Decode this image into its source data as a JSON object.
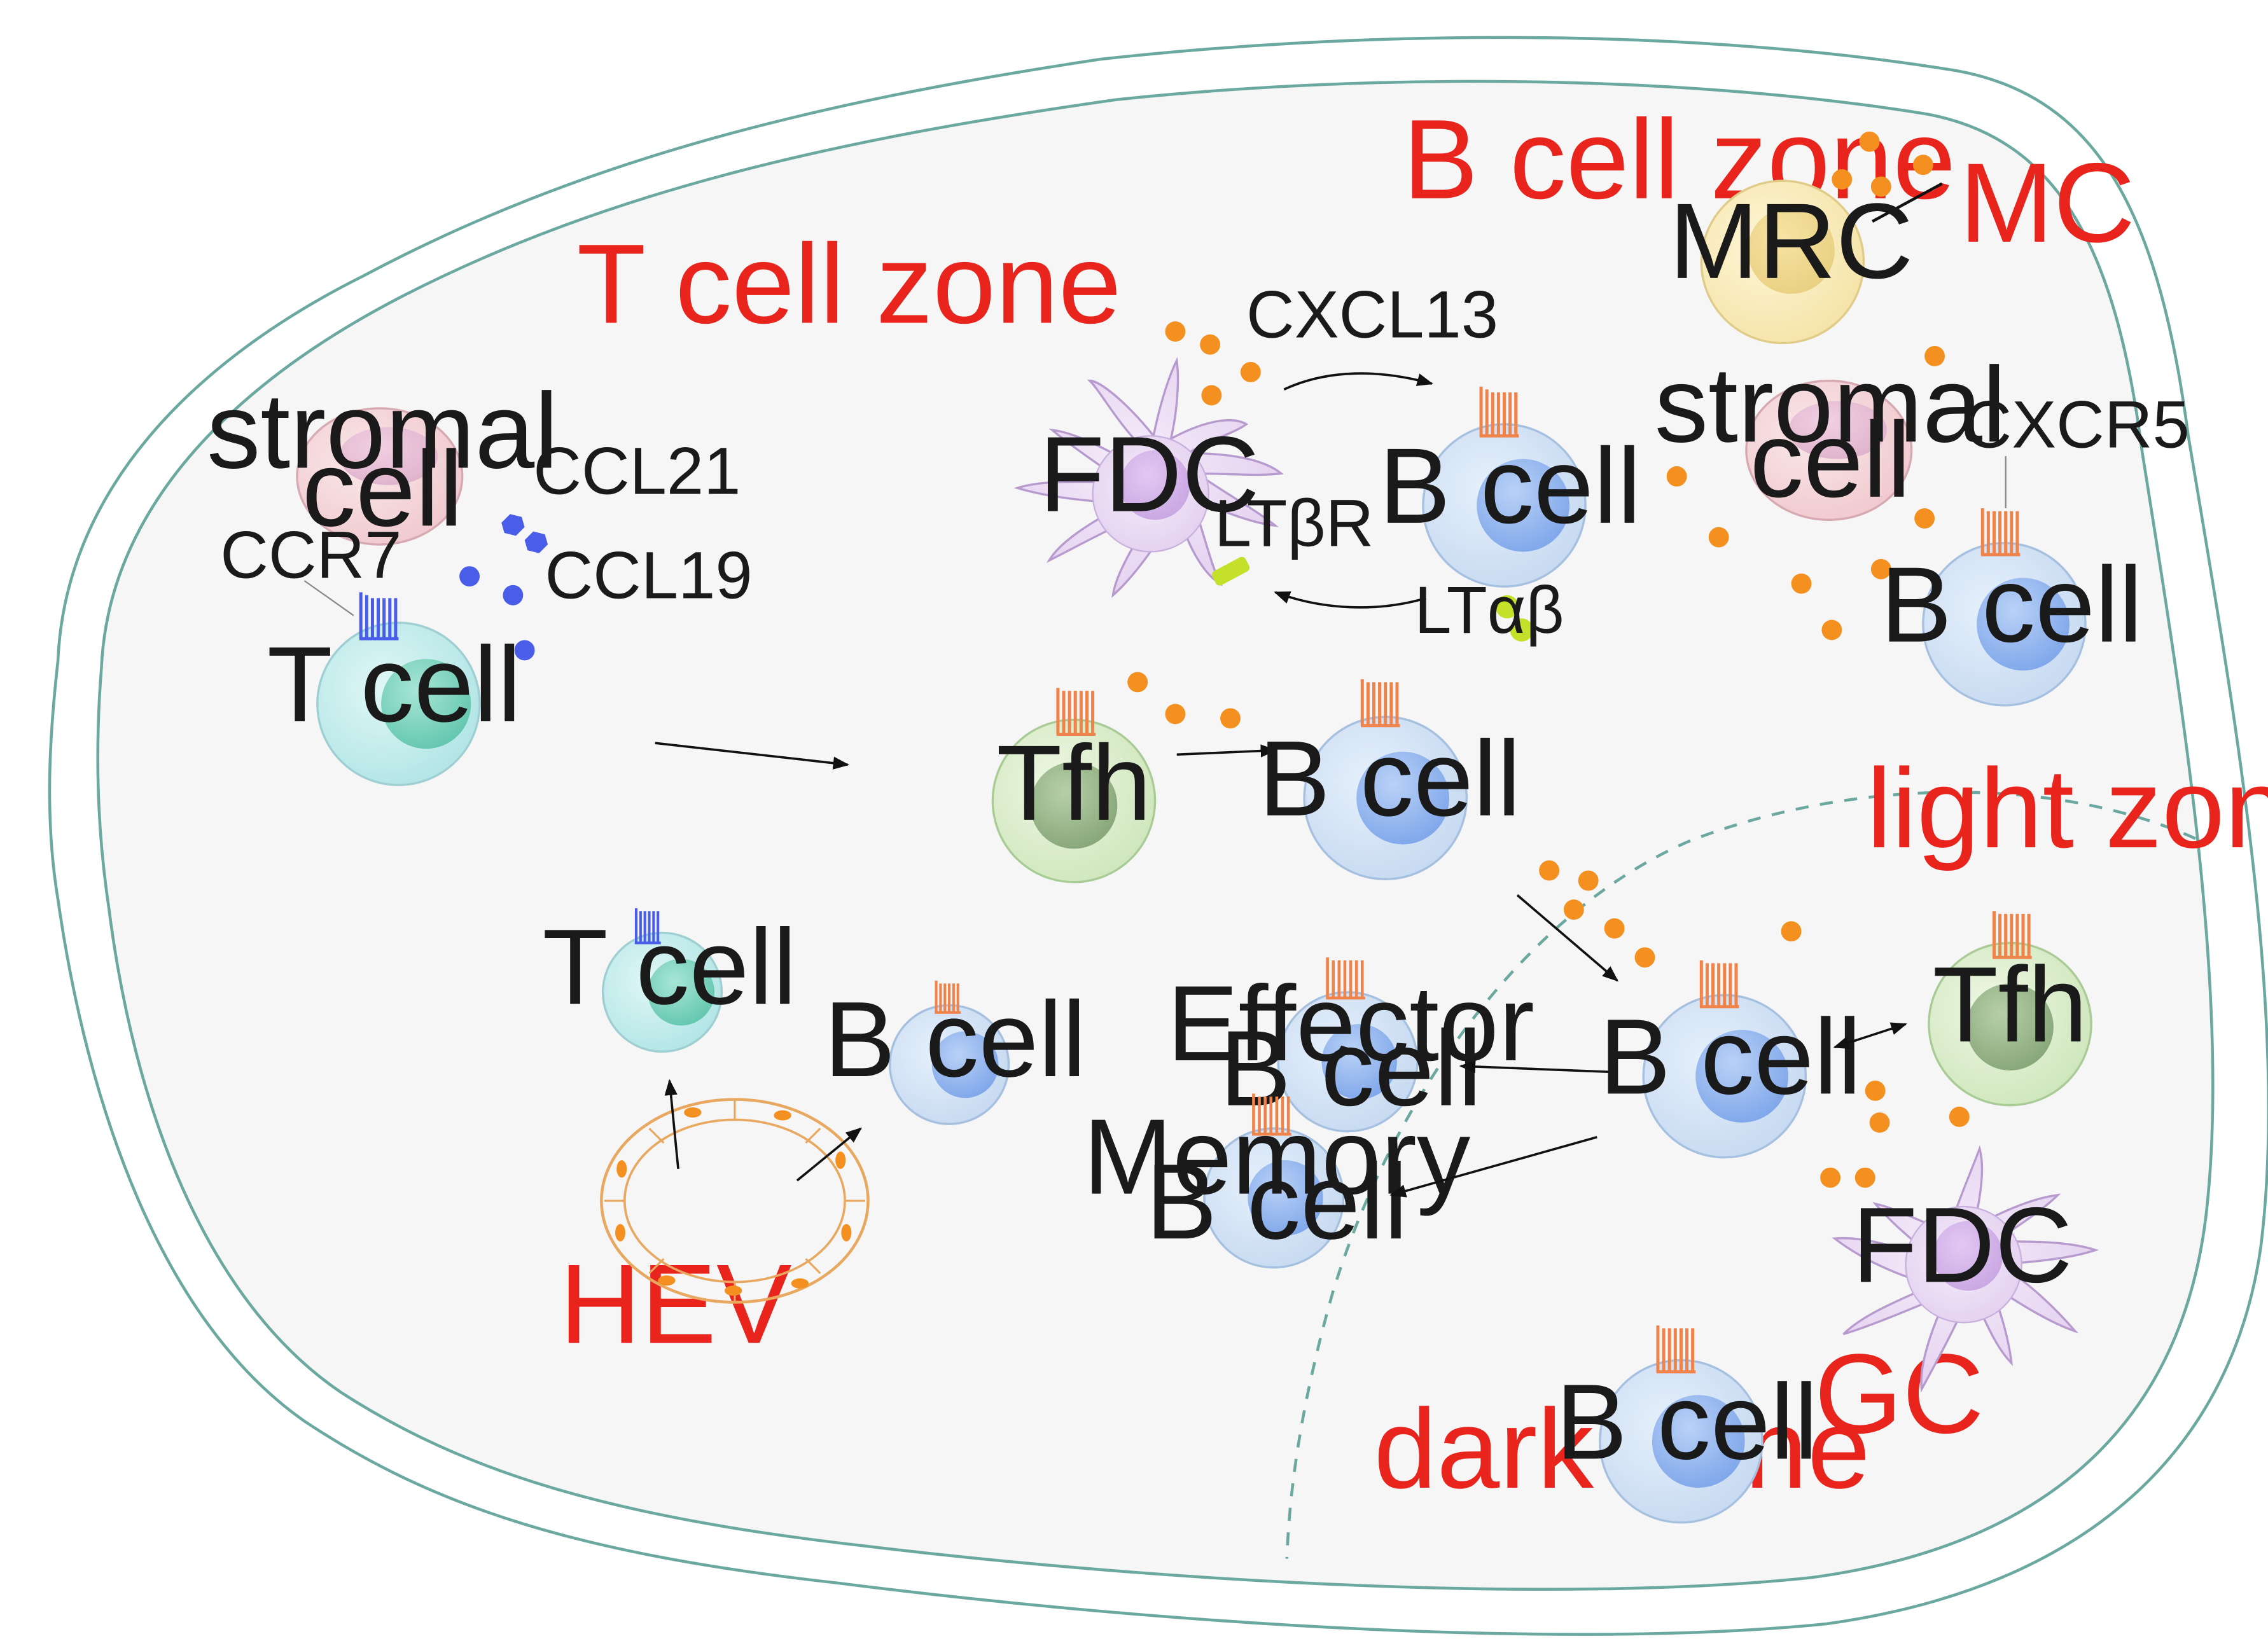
{
  "zones": {
    "t_cell_zone": "T cell zone",
    "b_cell_zone": "B cell zone",
    "mc": "MC",
    "light_zone": "light zone",
    "dark_zone": "dark zone",
    "gc": "GC",
    "hev": "HEV"
  },
  "cells": {
    "stromal_t": [
      "stromal",
      "cell"
    ],
    "t_cell_main": "T cell",
    "fdc_top": "FDC",
    "b_cell_top": "B cell",
    "mrc": "MRC",
    "stromal_b": [
      "stromal",
      "cell"
    ],
    "b_cell_right": "B cell",
    "tfh_mid": "Tfh",
    "b_cell_mid": "B cell",
    "t_cell_small": "T cell",
    "b_cell_small": "B cell",
    "effector": [
      "Effector",
      "B cell"
    ],
    "memory": [
      "Memory",
      "B cell"
    ],
    "b_cell_gc": "B cell",
    "tfh_gc": "Tfh",
    "fdc_gc": "FDC",
    "b_cell_dark": "B cell"
  },
  "molecules": {
    "ccl21": "CCL21",
    "ccl19": "CCL19",
    "ccr7": "CCR7",
    "cxcl13": "CXCL13",
    "cxcr5": "CXCR5",
    "ltbr": "LTβR",
    "ltab": "LTαβ"
  },
  "colors": {
    "zone_text": "#e8241c",
    "outline": "#6aa8a0",
    "chemokine_orange": "#f39020",
    "chemokine_blue": "#4a5de8",
    "receptor_orange": "#f0834a",
    "receptor_blue": "#4a5de8",
    "ligand_green": "#c4e02a",
    "b_cell_fill": "#cfe0f4",
    "t_cell_fill": "#bfe9ea",
    "tfh_fill": "#d9ecc8",
    "stromal_fill": "#f4d2d6",
    "mrc_fill": "#f8ecb8",
    "fdc_fill": "#ead8f2"
  }
}
